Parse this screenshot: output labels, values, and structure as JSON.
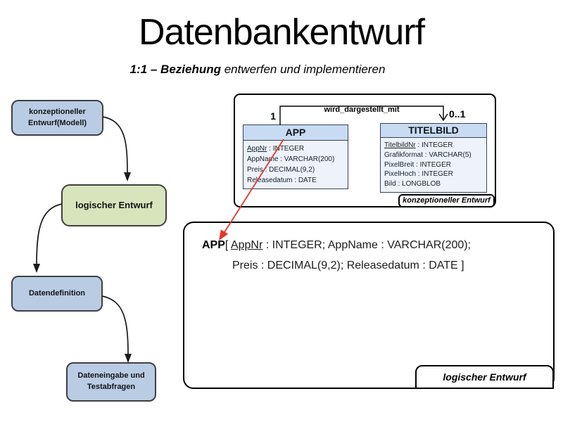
{
  "slide": {
    "title": "Datenbankentwurf",
    "subtitle_emph": "1:1 – Beziehung",
    "subtitle_rest": " entwerfen und implementieren"
  },
  "flowchart": {
    "step1": {
      "line1": "konzeptioneller",
      "line2": "Entwurf(Modell)"
    },
    "step2": {
      "label": "logischer Entwurf"
    },
    "step3": {
      "label": "Datendefinition"
    },
    "step4": {
      "line1": "Dateneingabe und",
      "line2": "Testabfragen"
    }
  },
  "er_diagram": {
    "caption": "konzeptioneller Entwurf",
    "relationship": {
      "name": "wird_dargestellt_mit",
      "card_left": "1",
      "card_right": "0..1"
    },
    "app_table": {
      "name": "APP",
      "fields": [
        {
          "name": "AppNr",
          "rest": " : INTEGER",
          "pk": true
        },
        {
          "name": "AppName",
          "rest": " : VARCHAR(200)",
          "pk": false
        },
        {
          "name": "Preis",
          "rest": " : DECIMAL(9,2)",
          "pk": false
        },
        {
          "name": "Releasedatum",
          "rest": " : DATE",
          "pk": false
        }
      ]
    },
    "titelbild_table": {
      "name": "TITELBILD",
      "fields": [
        {
          "name": "TitelbildNr",
          "rest": " : INTEGER",
          "pk": true
        },
        {
          "name": "Grafikformat",
          "rest": " : VARCHAR(5)",
          "pk": false
        },
        {
          "name": "PixelBreit",
          "rest": " : INTEGER",
          "pk": false
        },
        {
          "name": "PixelHoch",
          "rest": " : INTEGER",
          "pk": false
        },
        {
          "name": "Bild",
          "rest": " : LONGBLOB",
          "pk": false
        }
      ]
    }
  },
  "logical_box": {
    "caption": "logischer Entwurf",
    "line1": {
      "entity": "APP",
      "open": "[ ",
      "pk": "AppNr",
      "rest": " : INTEGER; AppName : VARCHAR(200);"
    },
    "line2": "Preis : DECIMAL(9,2); Releasedatum : DATE ]"
  },
  "colors": {
    "flow_box_blue": "#b9cce4",
    "flow_box_green": "#d7e4bc",
    "table_header_blue": "#c9dbf2",
    "table_body_blue": "#eef3fb",
    "arrow_red": "#e5342b",
    "arrow_black": "#1a1a1a"
  }
}
